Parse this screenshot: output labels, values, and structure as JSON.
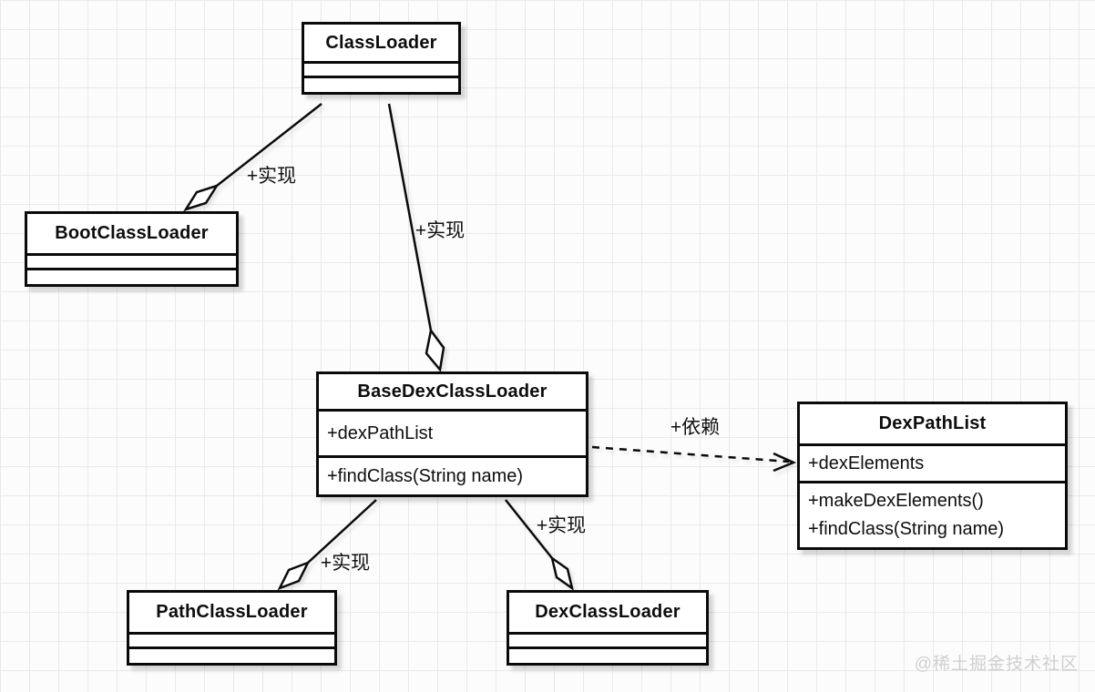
{
  "watermark": "@稀土掘金技术社区",
  "classes": [
    {
      "name": "ClassLoader",
      "attributes": [],
      "methods": []
    },
    {
      "name": "BootClassLoader",
      "attributes": [],
      "methods": []
    },
    {
      "name": "BaseDexClassLoader",
      "attributes": [
        "+dexPathList"
      ],
      "methods": [
        "+findClass(String name)"
      ]
    },
    {
      "name": "DexPathList",
      "attributes": [
        "+dexElements"
      ],
      "methods": [
        "+makeDexElements()",
        "+findClass(String name)"
      ]
    },
    {
      "name": "PathClassLoader",
      "attributes": [],
      "methods": []
    },
    {
      "name": "DexClassLoader",
      "attributes": [],
      "methods": []
    }
  ],
  "relations": [
    {
      "from": "BootClassLoader",
      "to": "ClassLoader",
      "type": "realization-diamond",
      "label": "+实现"
    },
    {
      "from": "BaseDexClassLoader",
      "to": "ClassLoader",
      "type": "realization-diamond",
      "label": "+实现"
    },
    {
      "from": "BaseDexClassLoader",
      "to": "DexPathList",
      "type": "dependency-dashed",
      "label": "+依赖"
    },
    {
      "from": "PathClassLoader",
      "to": "BaseDexClassLoader",
      "type": "realization-diamond",
      "label": "+实现"
    },
    {
      "from": "DexClassLoader",
      "to": "BaseDexClassLoader",
      "type": "realization-diamond",
      "label": "+实现"
    }
  ],
  "colors": {
    "line": "#0a0a0a",
    "box_fill": "#ffffff",
    "grid": "#e9e9e9",
    "watermark": "#cfcfcf"
  }
}
